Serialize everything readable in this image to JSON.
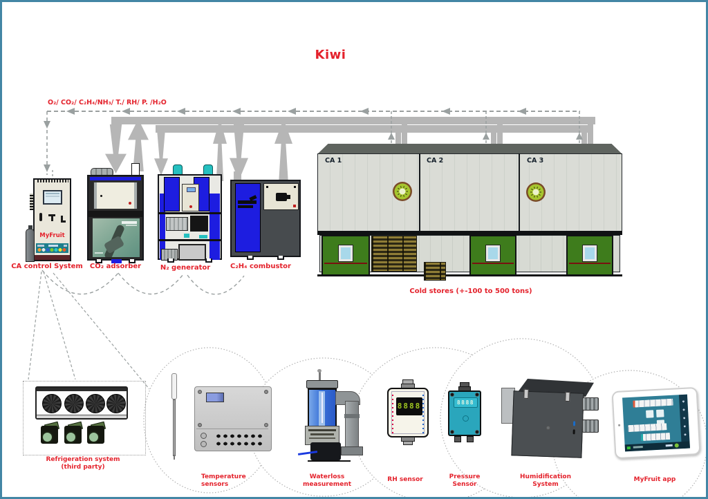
{
  "title": "Kiwi",
  "bus_label": "O₂/ CO₂/ C₂H₄/NH₃/ T./ RH/ P. /H₂O",
  "machines": {
    "ca_control": {
      "label": "CA control System",
      "brand": "MyFruit"
    },
    "co2_adsorber": {
      "label": "CO₂ adsorber"
    },
    "n2_generator": {
      "label": "N₂ generator"
    },
    "c2h4_combustor": {
      "label": "C₂H₄ combustor"
    }
  },
  "cold_stores": {
    "label": "Cold stores (+-100 to 500 tons)",
    "rooms": [
      {
        "label": "CA 1"
      },
      {
        "label": "CA 2"
      },
      {
        "label": "CA 3"
      }
    ]
  },
  "devices": {
    "refrigeration": {
      "lines": [
        "Refrigeration system",
        "(third party)"
      ]
    },
    "temperature": {
      "lines": [
        "Temperature",
        "sensors"
      ]
    },
    "waterloss": {
      "lines": [
        "Waterloss",
        "measurement"
      ]
    },
    "rh": {
      "lines": [
        "RH sensor"
      ],
      "display": "8888"
    },
    "pressure": {
      "lines": [
        "Pressure",
        "Sensor"
      ],
      "display": "8888"
    },
    "humidification": {
      "lines": [
        "Humidification",
        "System"
      ]
    },
    "app": {
      "lines": [
        "MyFruit app"
      ]
    }
  },
  "colors": {
    "accent_red": "#e4222c",
    "border_teal": "#4386a5",
    "pipe_gray": "#b6b6b6",
    "dash_gray": "#9aa0a0",
    "door_green": "#3e7c1c",
    "machine_blue": "#1d1de0",
    "fitting_teal": "#25c0c0",
    "kiwi_green": "#a6c52e"
  }
}
